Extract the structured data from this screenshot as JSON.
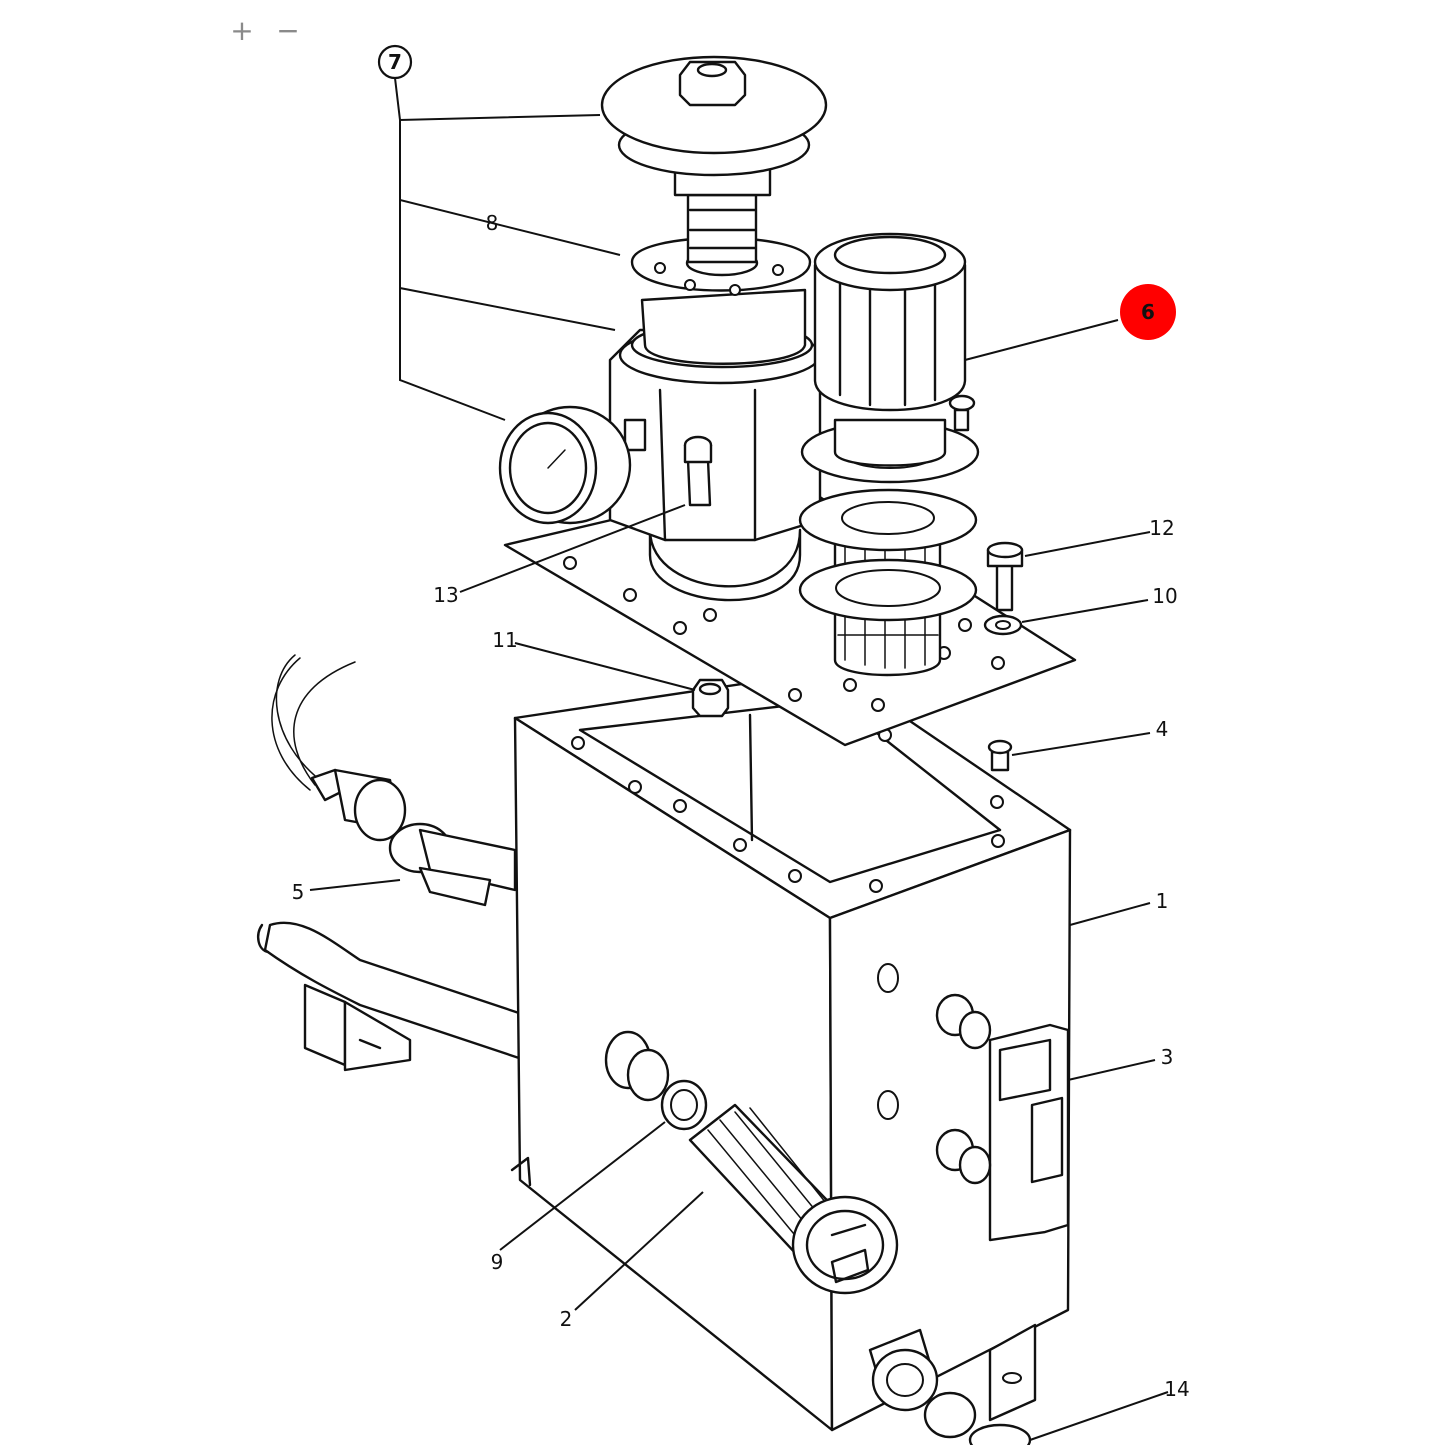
{
  "zoom": {
    "in_label": "+",
    "out_label": "−"
  },
  "highlight_color": "#ff0000",
  "callouts": {
    "c1": "1",
    "c2": "2",
    "c3": "3",
    "c4": "4",
    "c5": "5",
    "c6": "6",
    "c7": "7",
    "c8": "8",
    "c9": "9",
    "c10": "10",
    "c11": "11",
    "c12": "12",
    "c13": "13",
    "c14": "14"
  },
  "highlighted_callout": "6"
}
